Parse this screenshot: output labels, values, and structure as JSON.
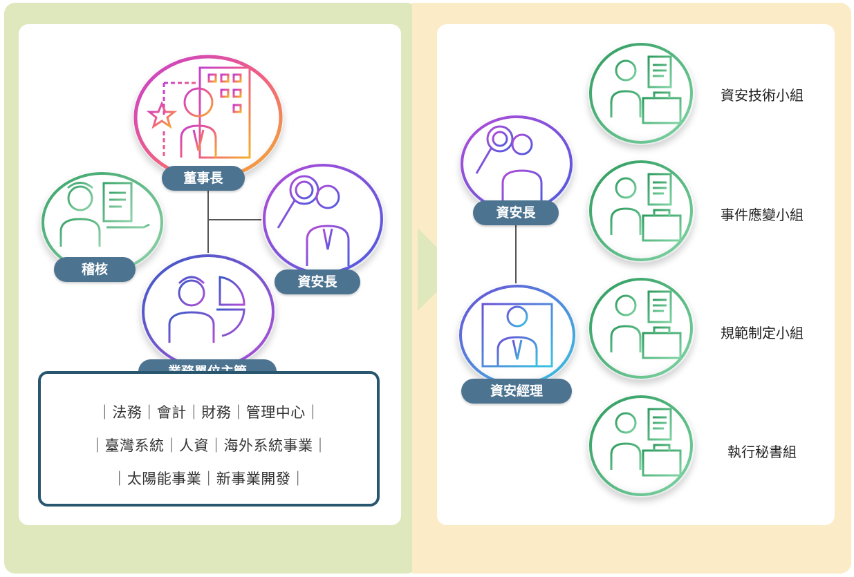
{
  "left": {
    "chairman": {
      "label": "董事長"
    },
    "audit": {
      "label": "稽核"
    },
    "ciso": {
      "label": "資安長"
    },
    "business_heads": {
      "label": "業務單位主管"
    },
    "departments": [
      "｜法務｜會計｜財務｜管理中心｜",
      "｜臺灣系統｜人資｜海外系統事業｜",
      "｜太陽能事業｜新事業開發｜"
    ]
  },
  "right": {
    "ciso": {
      "label": "資安長"
    },
    "manager": {
      "label": "資安經理"
    },
    "teams": [
      "資安技術小組",
      "事件應變小組",
      "規範制定小組",
      "執行秘書組"
    ]
  },
  "colors": {
    "left_bg": "#dfe8bd",
    "right_bg": "#fbebc6",
    "pill": "#4c7390",
    "dept_border": "#27566e",
    "team_ring": "#3aa56a"
  },
  "icons": {
    "chairman": "executive-building-icon",
    "audit": "auditor-document-icon",
    "ciso": "magnifier-person-icon",
    "business_heads": "manager-pie-chart-icon",
    "manager": "monitor-person-icon",
    "team": "person-document-briefcase-icon"
  }
}
